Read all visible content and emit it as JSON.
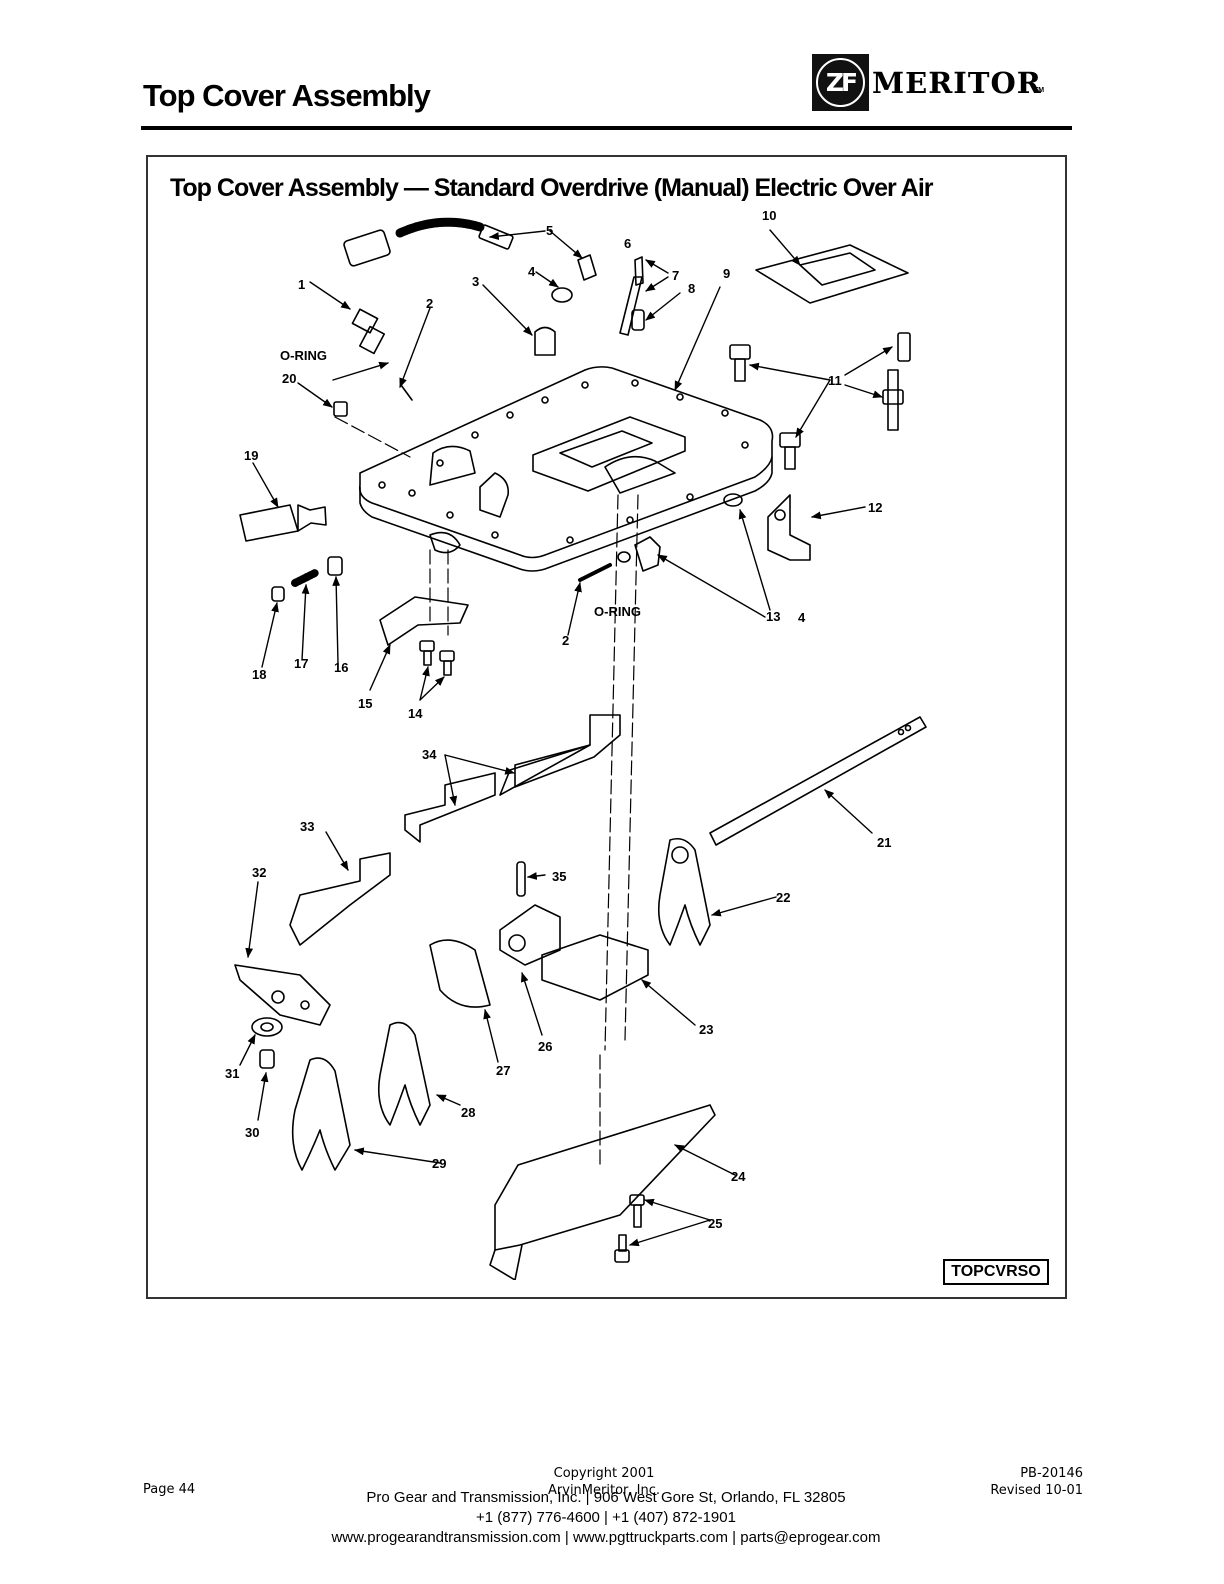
{
  "header": {
    "title": "Top Cover Assembly",
    "brand_letters": "ZF",
    "brand_name": "MERITOR",
    "brand_tm": "TM"
  },
  "figure": {
    "title": "Top Cover Assembly — Standard Overdrive (Manual) Electric Over Air",
    "code": "TOPCVRSO",
    "oring_label": "O-RING",
    "callouts": [
      "1",
      "2",
      "3",
      "4",
      "5",
      "6",
      "7",
      "8",
      "9",
      "10",
      "11",
      "12",
      "13",
      "14",
      "15",
      "16",
      "17",
      "18",
      "19",
      "20",
      "21",
      "22",
      "23",
      "24",
      "25",
      "26",
      "27",
      "28",
      "29",
      "30",
      "31",
      "32",
      "33",
      "34",
      "35"
    ]
  },
  "footer": {
    "page": "Page 44",
    "copyright_line1": "Copyright 2001",
    "copyright_line2": "ArvinMeritor, Inc.",
    "doc_number": "PB-20146",
    "revised": "Revised 10-01",
    "dealer_line1": "Pro Gear and Transmission, Inc. | 906 West Gore St, Orlando, FL  32805",
    "dealer_line2": "+1 (877) 776-4600 | +1 (407) 872-1901",
    "dealer_line3": "www.progearandtransmission.com | www.pgttruckparts.com | parts@eprogear.com"
  },
  "colors": {
    "ink": "#000000",
    "frame": "#333333",
    "paper": "#ffffff"
  }
}
